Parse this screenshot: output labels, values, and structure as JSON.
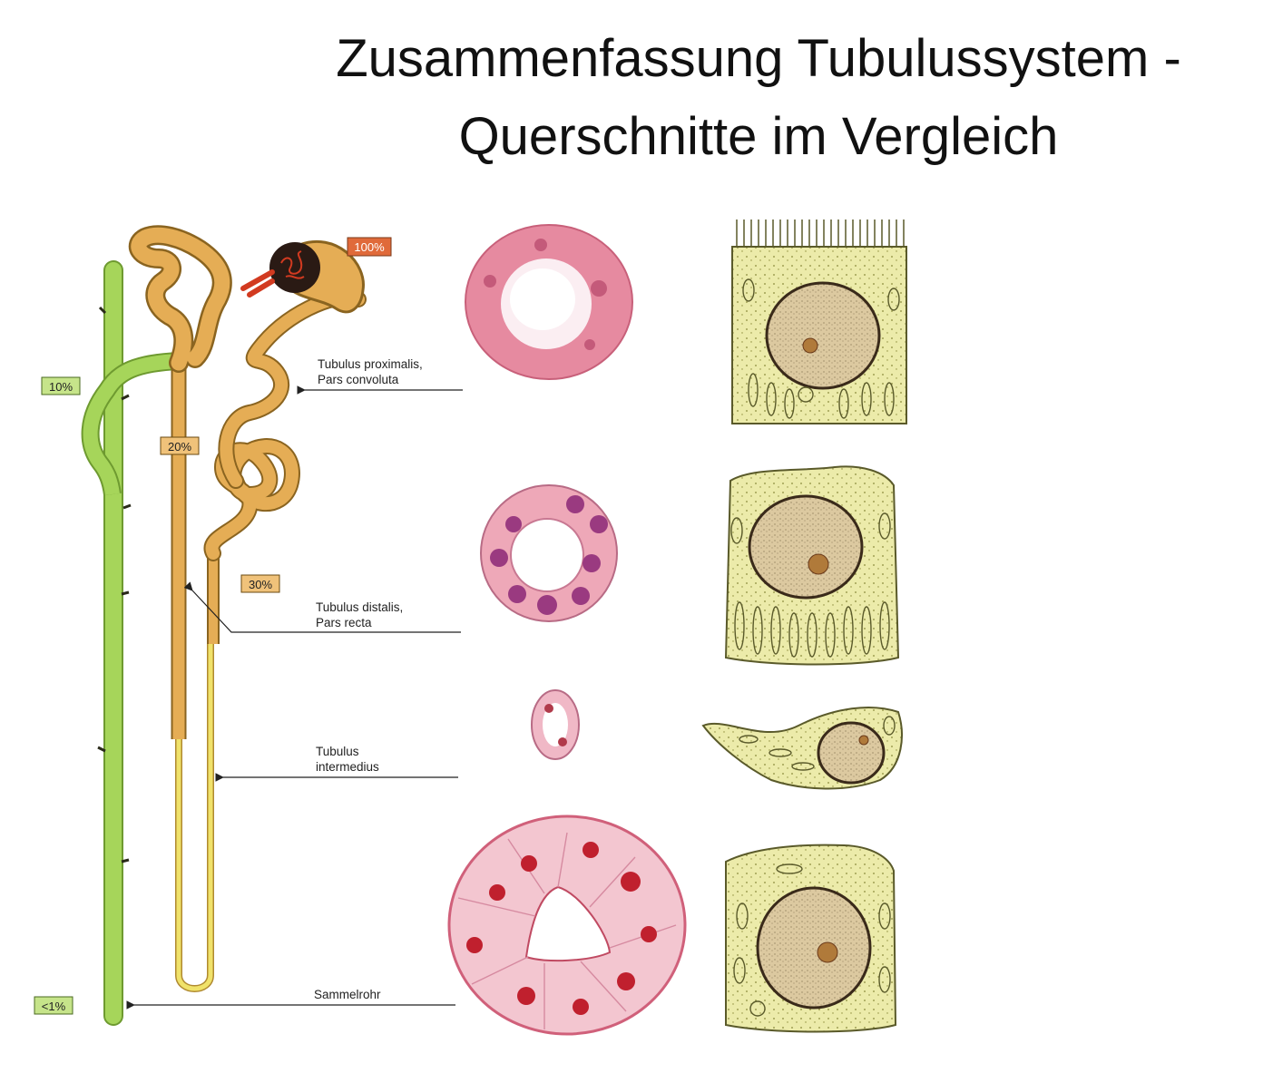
{
  "title": {
    "line1": "Zusammenfassung Tubulussystem -",
    "line2": "Querschnitte im Vergleich"
  },
  "percentages": {
    "glomerulus": "100%",
    "collecting_top": "10%",
    "proximal_recta": "20%",
    "distal": "30%",
    "collecting_bottom": "<1%"
  },
  "labels": {
    "proximal_line1": "Tubulus proximalis,",
    "proximal_line2": "Pars convoluta",
    "distal_line1": "Tubulus distalis,",
    "distal_line2": "Pars recta",
    "intermedius_line1": "Tubulus",
    "intermedius_line2": "intermedius",
    "sammelrohr": "Sammelrohr"
  },
  "colors": {
    "collecting_duct": "#a6d55a",
    "proximal_tubule": "#e5ad55",
    "thin_limb": "#f0e26a",
    "glomerulus": "#2a1a14",
    "capillary": "#d23a20",
    "histology_pink": "#e58aa2",
    "cell_yellow": "#ecebaa",
    "nucleus": "#d8c49a"
  }
}
